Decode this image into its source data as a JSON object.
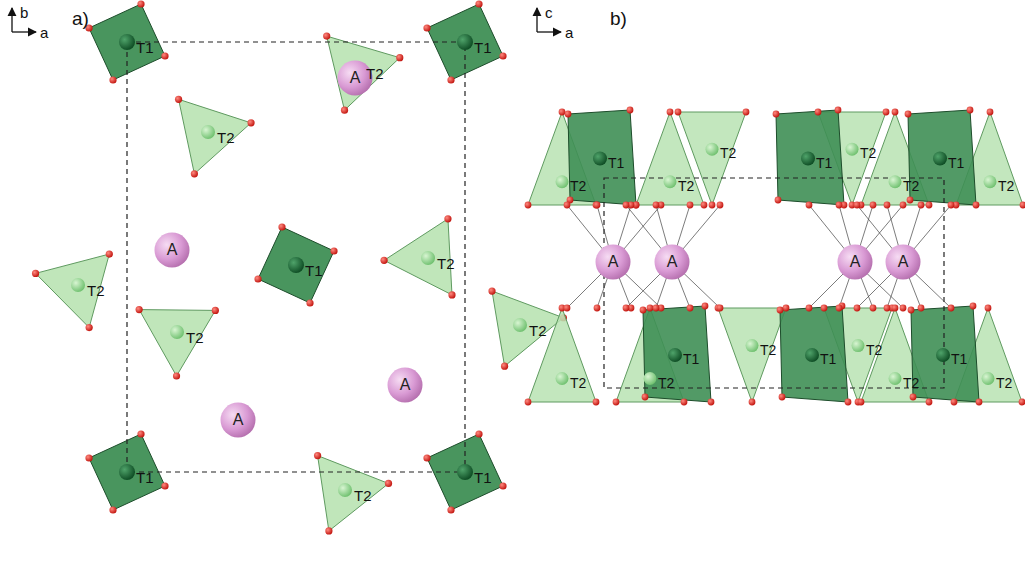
{
  "diagram": {
    "nodes": [
      {
        "text": [
          "A"
        ]
      },
      {
        "text": [
          "A"
        ]
      },
      {
        "text": [
          "A"
        ]
      },
      {
        "text": [
          "A"
        ]
      },
      {
        "text": [
          "A"
        ]
      },
      {
        "text": [
          "A"
        ]
      },
      {
        "text": [
          "A"
        ]
      },
      {
        "text": [
          "A"
        ]
      }
    ],
    "labels": [
      "b",
      "a)",
      "a",
      "c",
      "b)",
      "a",
      "T1",
      "T1",
      "T2",
      "T2",
      "T2",
      "T1",
      "T2",
      "T2",
      "T2",
      "T1",
      "T1",
      "T2",
      "T2",
      "T1",
      "T2",
      "T2",
      "T1",
      "T2",
      "T2",
      "T1",
      "T2",
      "T2",
      "T1",
      "T2",
      "T2",
      "T1",
      "T2",
      "T2",
      "T1",
      "T2"
    ]
  }
}
